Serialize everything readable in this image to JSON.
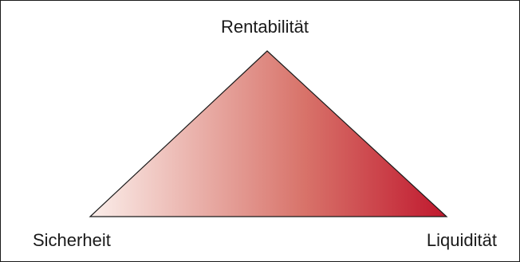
{
  "diagram": {
    "vertices": {
      "top": "Rentabilität",
      "bottom_left": "Sicherheit",
      "bottom_right": "Liquidität"
    },
    "colors": {
      "gradient_start": "#fbeeea",
      "gradient_mid": "#d8736a",
      "gradient_end": "#c0182e",
      "outline": "#1a1a1a",
      "frame": "#1a1a1a"
    }
  }
}
